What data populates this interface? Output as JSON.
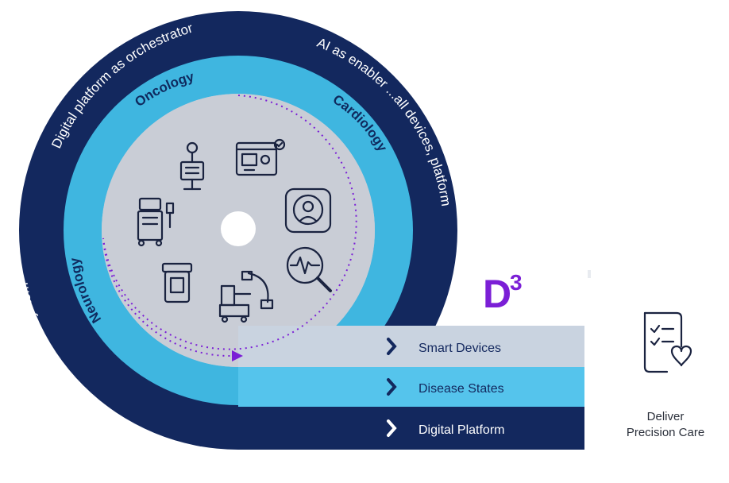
{
  "diagram": {
    "outer_ring_labels": {
      "left": "Multivendor ecosystem",
      "top": "Digital platform as orchestrator",
      "right": "AI as enabler ...all devices, platform"
    },
    "middle_ring_labels": {
      "top": "Oncology",
      "right": "Cardiology",
      "left": "Neurology"
    },
    "brand": {
      "letter": "D",
      "superscript": "3"
    },
    "bands": [
      {
        "label": "Smart Devices"
      },
      {
        "label": "Disease States"
      },
      {
        "label": "Digital Platform"
      }
    ],
    "outcome": {
      "line1": "Deliver",
      "line2": "Precision Care"
    },
    "icons": [
      "xray-stand-icon",
      "monitor-device-icon",
      "mri-scanner-icon",
      "ultrasound-cart-icon",
      "specimen-container-icon",
      "c-arm-icon",
      "ecg-magnifier-icon",
      "checklist-heart-icon"
    ],
    "colors": {
      "outer_ring": "#13285e",
      "middle_ring": "#3fb6e0",
      "inner_disc": "#c9cdd6",
      "smart_band": "#c9d3e0",
      "disease_band": "#55c4ec",
      "platform_band": "#13285e",
      "d3_accent": "#7b1fd6"
    }
  }
}
